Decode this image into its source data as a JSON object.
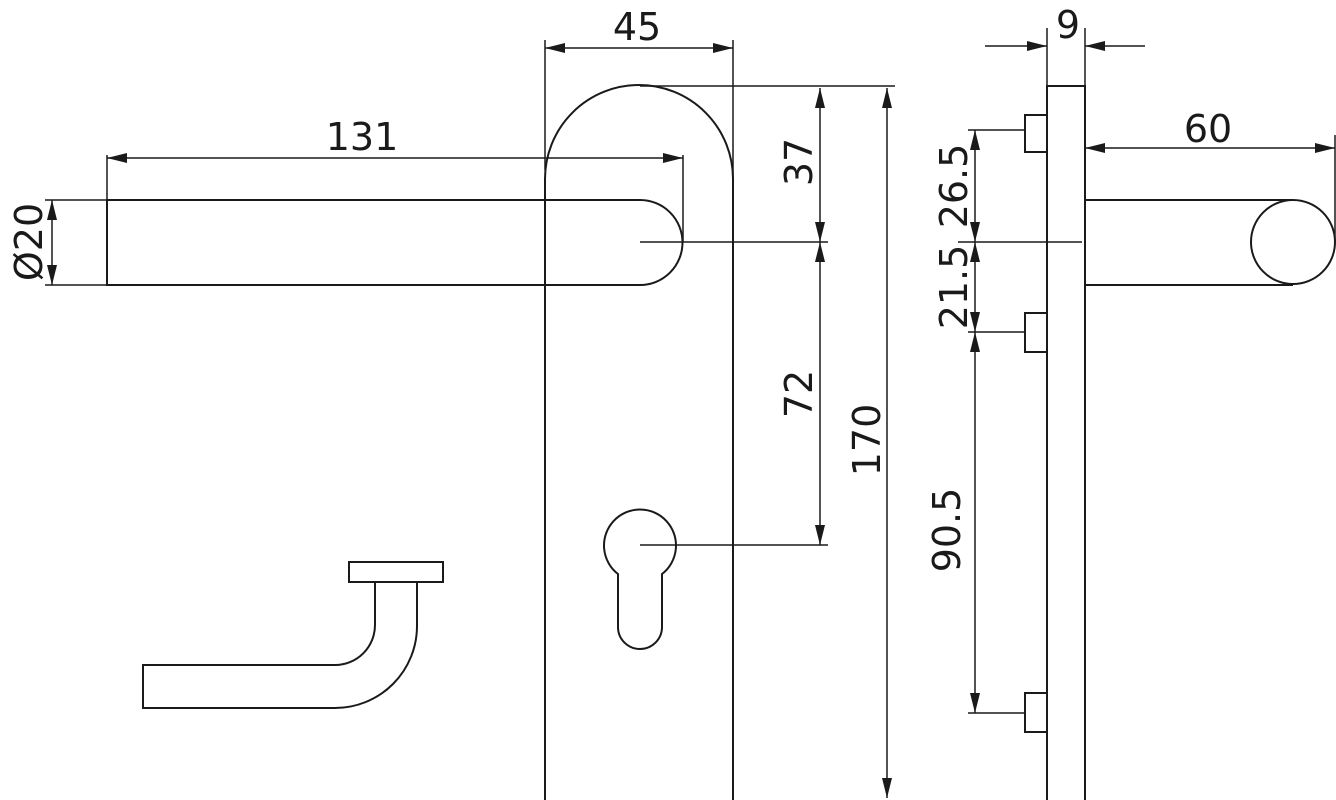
{
  "title": "Door lever handle on backplate - dimension drawing",
  "dimensions": {
    "handle_diameter": "Ø20",
    "handle_length": "131",
    "plate_width": "45",
    "plate_top_to_handle": "37",
    "handle_to_cylinder": "72",
    "plate_height": "170",
    "plate_thickness": "9",
    "handle_projection": "60",
    "top_fixing_to_handle": "26.5",
    "handle_to_middle_fixing": "21.5",
    "middle_to_bottom_fixing": "90.5"
  },
  "colors": {
    "line": "#1a1a1a",
    "background": "#ffffff"
  }
}
